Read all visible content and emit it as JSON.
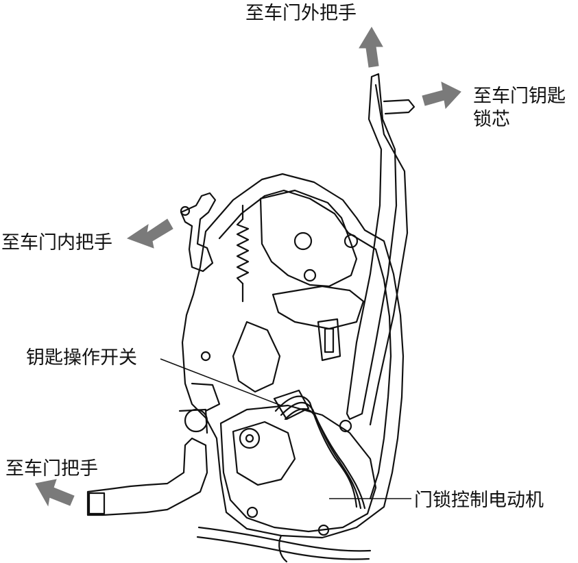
{
  "labels": {
    "outer_handle": "至车门外把手",
    "key_cylinder_line1": "至车门钥匙",
    "key_cylinder_line2": "锁芯",
    "inner_handle": "至车门内把手",
    "key_switch": "钥匙操作开关",
    "door_handle": "至车门把手",
    "lock_motor": "门锁控制电动机"
  },
  "colors": {
    "arrow": "#7a7a7a",
    "line": "#111111",
    "background": "#ffffff"
  }
}
